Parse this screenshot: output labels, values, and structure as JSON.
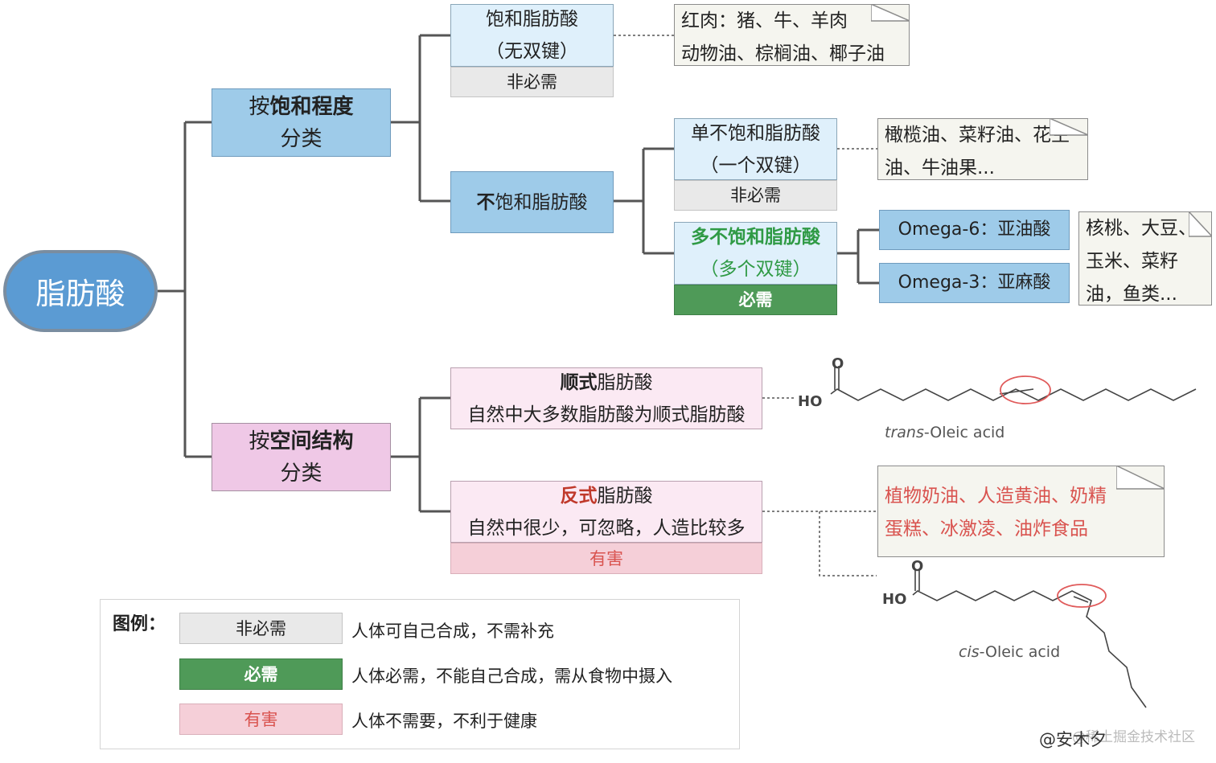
{
  "root": "脂肪酸",
  "saturation": {
    "label_bold": "按饱和程度",
    "label_prefix": "按",
    "label_bold_part": "饱和程度",
    "label_sub": "分类",
    "saturated": {
      "line1": "饱和脂肪酸",
      "line2": "（无双键）",
      "tag": "非必需",
      "note_line1": "红肉：猪、牛、羊肉",
      "note_line2": "动物油、棕榈油、椰子油"
    },
    "unsaturated": {
      "label_bold": "不",
      "label_rest": "饱和脂肪酸",
      "mono": {
        "line1": "单不饱和脂肪酸",
        "line2": "（一个双键）",
        "tag": "非必需",
        "note_line1": "橄榄油、菜籽油、花生",
        "note_line2": "油、牛油果..."
      },
      "poly": {
        "line1": "多不饱和脂肪酸",
        "line2": "（多个双键）",
        "tag": "必需",
        "omega6": "Omega-6：亚油酸",
        "omega3": "Omega-3：亚麻酸",
        "note_line1": "核桃、大豆、",
        "note_line2": "玉米、菜籽",
        "note_line3": "油，鱼类..."
      }
    }
  },
  "structure": {
    "label_prefix": "按",
    "label_bold_part": "空间结构",
    "label_sub": "分类",
    "cis": {
      "title_bold": "顺式",
      "title_rest": "脂肪酸",
      "desc": "自然中大多数脂肪酸为顺式脂肪酸"
    },
    "trans": {
      "title_bold": "反式",
      "title_rest": "脂肪酸",
      "desc": "自然中很少，可忽略，人造比较多",
      "tag": "有害",
      "note_line1": "植物奶油、人造黄油、奶精",
      "note_line2": "蛋糕、冰激凌、油炸食品"
    }
  },
  "molecules": {
    "trans_caption_italic": "trans",
    "trans_caption_rest": "-Oleic acid",
    "cis_caption_italic": "cis",
    "cis_caption_rest": "-Oleic acid",
    "ho": "HO",
    "o": "O"
  },
  "legend": {
    "title": "图例：",
    "items": [
      {
        "tag": "非必需",
        "desc": "人体可自己合成，不需补充"
      },
      {
        "tag": "必需",
        "desc": "人体必需，不能自己合成，需从食物中摄入"
      },
      {
        "tag": "有害",
        "desc": "人体不需要，不利于健康"
      }
    ]
  },
  "watermark": "@安木夕",
  "watermark2": "@稀土掘金技术社区",
  "colors": {
    "root": "#5b9bd3",
    "essential": "#4f9a58",
    "harmful": "#f5cfd8",
    "nonessential": "#e9e9e9"
  }
}
